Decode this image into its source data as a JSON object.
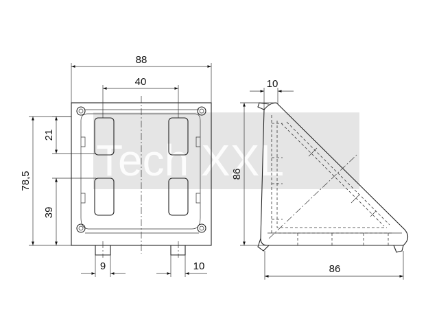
{
  "watermark": {
    "text": "Tech XXL"
  },
  "dimensions": {
    "front_width": "88",
    "slot_spacing": "40",
    "upper_offset": "21",
    "height_total": "78,5",
    "lower_offset": "39",
    "left_tab": "9",
    "right_tab": "10",
    "side_top": "10",
    "side_height": "86",
    "side_width": "86"
  }
}
